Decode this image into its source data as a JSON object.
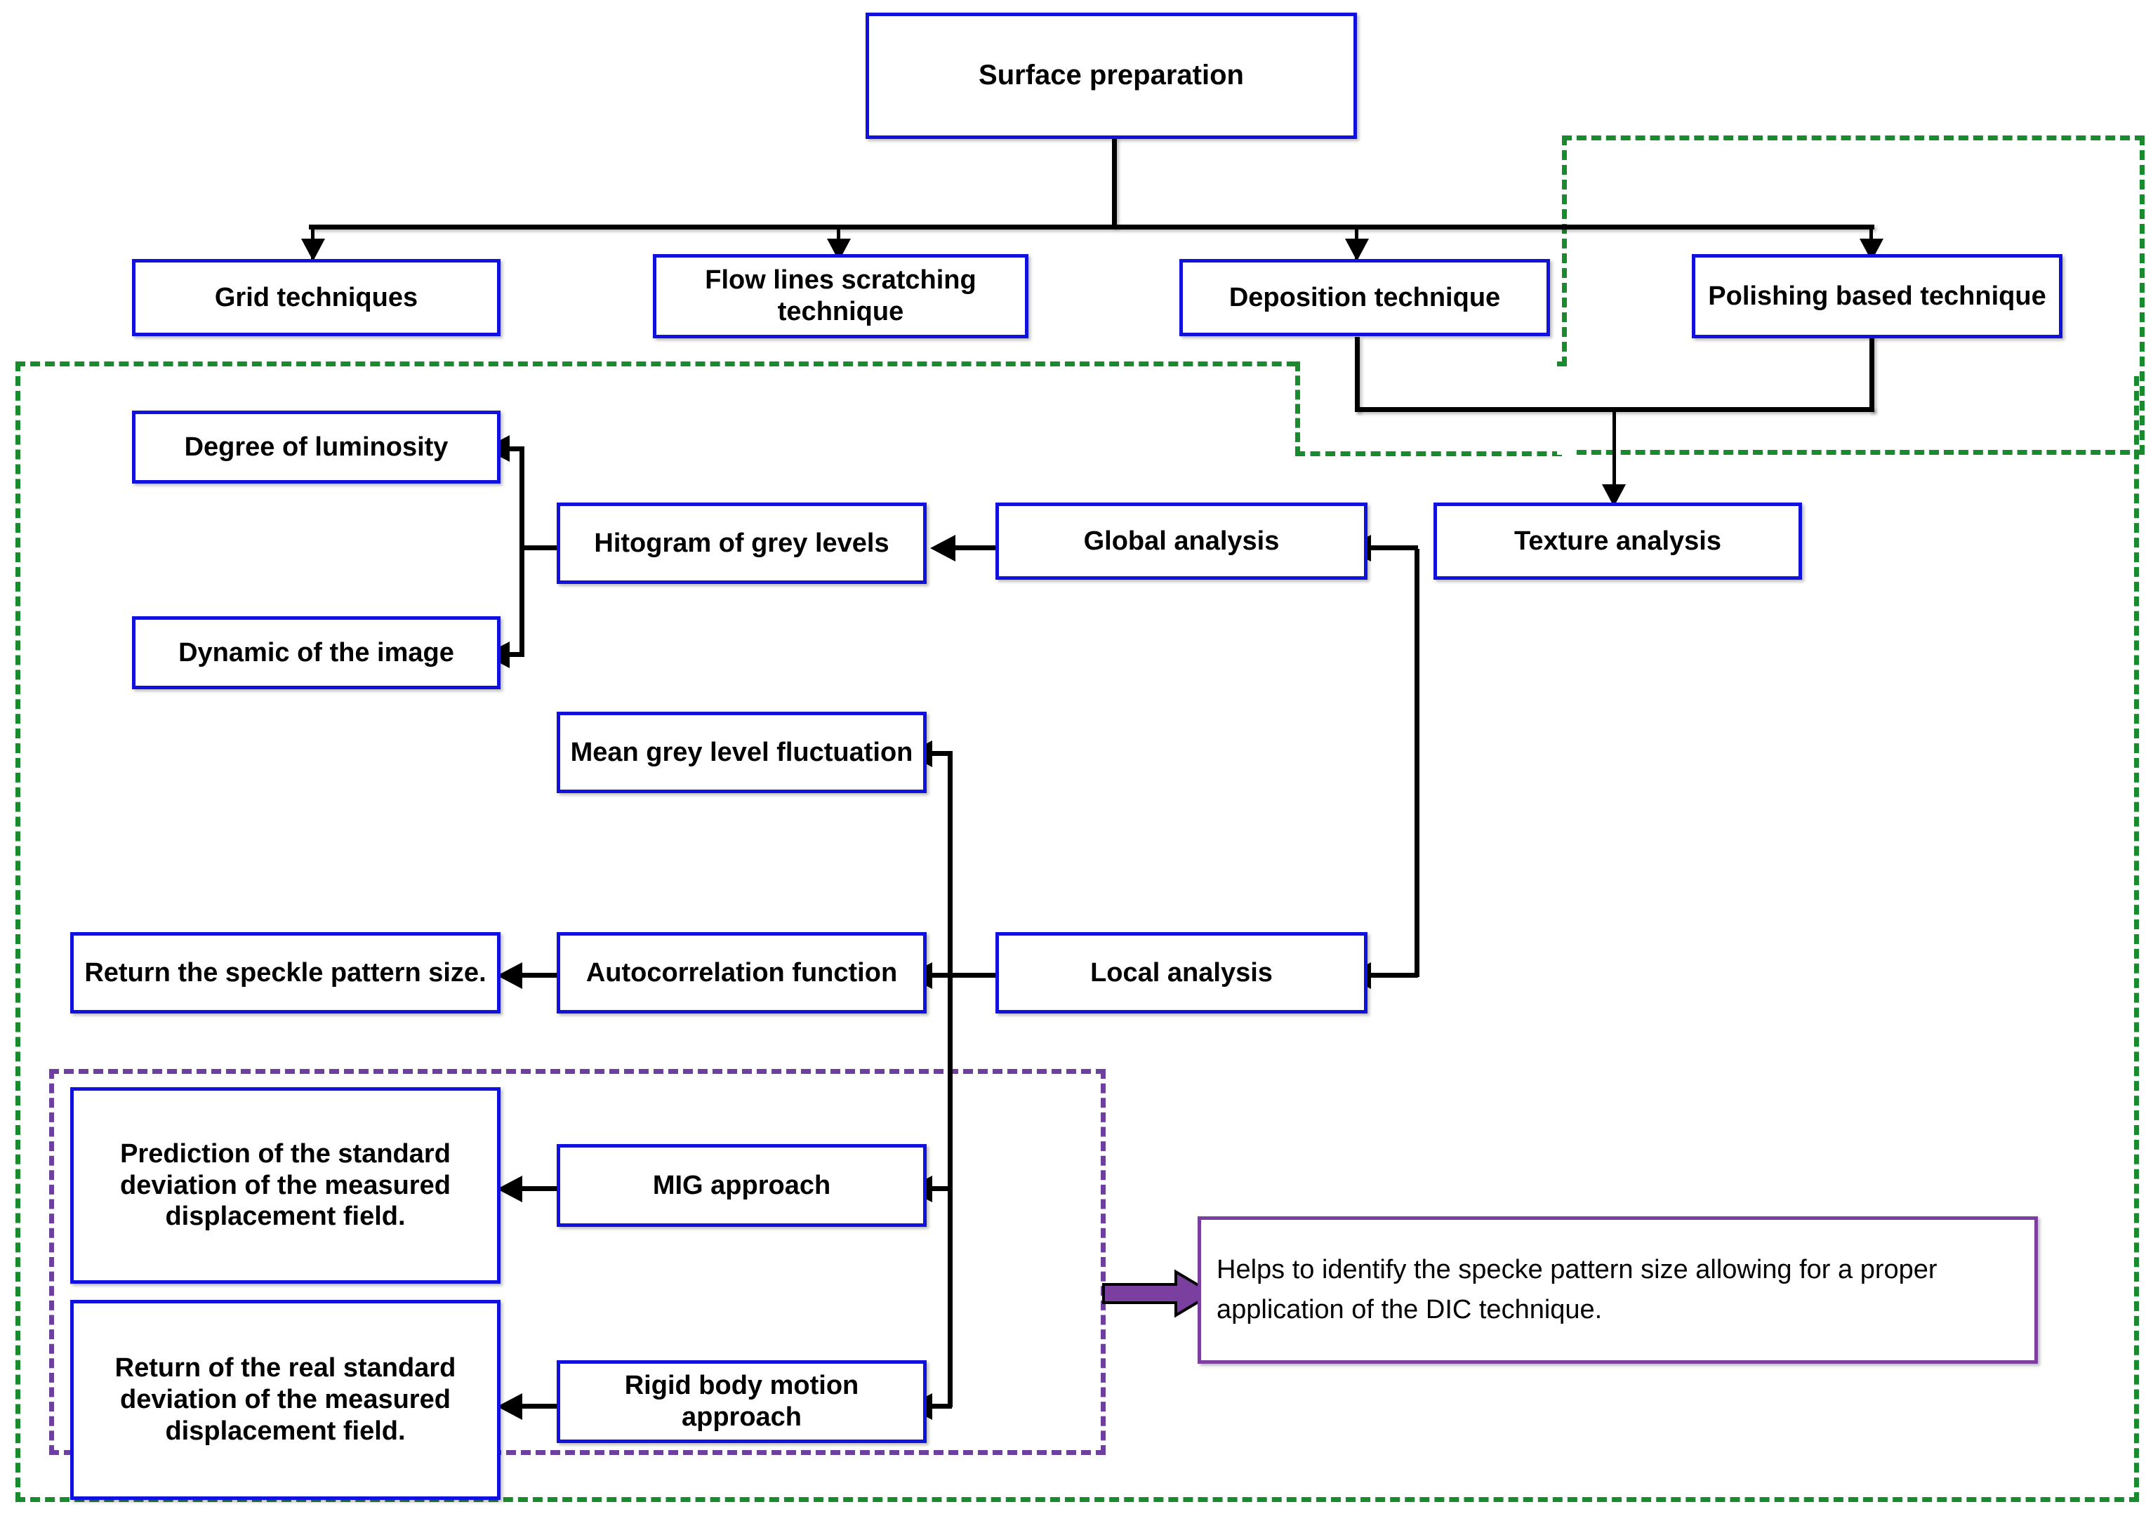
{
  "diagram": {
    "title": "Surface preparation speckle pattern methodology flowchart",
    "colors": {
      "node_border": "#1111dd",
      "group_outer": "#1a8a2e",
      "group_inner": "#6d3f9e",
      "note_border": "#7b3fa0",
      "connector": "#000000",
      "arrow_fill": "#7b3fa0"
    },
    "root": {
      "label": "Surface preparation"
    },
    "techniques": [
      {
        "label": "Grid techniques"
      },
      {
        "label": "Flow lines scratching technique"
      },
      {
        "label": "Deposition technique"
      },
      {
        "label": "Polishing based technique"
      }
    ],
    "analysis": {
      "texture": {
        "label": "Texture analysis"
      },
      "global": {
        "label": "Global analysis"
      },
      "local": {
        "label": "Local analysis"
      },
      "histogram": {
        "label": "Hitogram of grey levels"
      },
      "degree_of_luminosity": {
        "label": "Degree of luminosity"
      },
      "dynamic_of_image": {
        "label": "Dynamic of the image"
      },
      "mean_grey_level": {
        "label": "Mean grey level fluctuation"
      },
      "autocorrelation": {
        "label": "Autocorrelation function"
      },
      "speckle_size": {
        "label": "Return the speckle pattern size."
      },
      "mig": {
        "label": "MIG approach"
      },
      "rigid_body": {
        "label": "Rigid body motion approach"
      },
      "prediction_std": {
        "label": "Prediction of the standard deviation of the measured displacement field."
      },
      "real_std": {
        "label": "Return of the real standard deviation of the measured displacement field."
      }
    },
    "note": {
      "text": "Helps to identify the specke pattern size allowing for a proper application of the DIC technique."
    }
  }
}
